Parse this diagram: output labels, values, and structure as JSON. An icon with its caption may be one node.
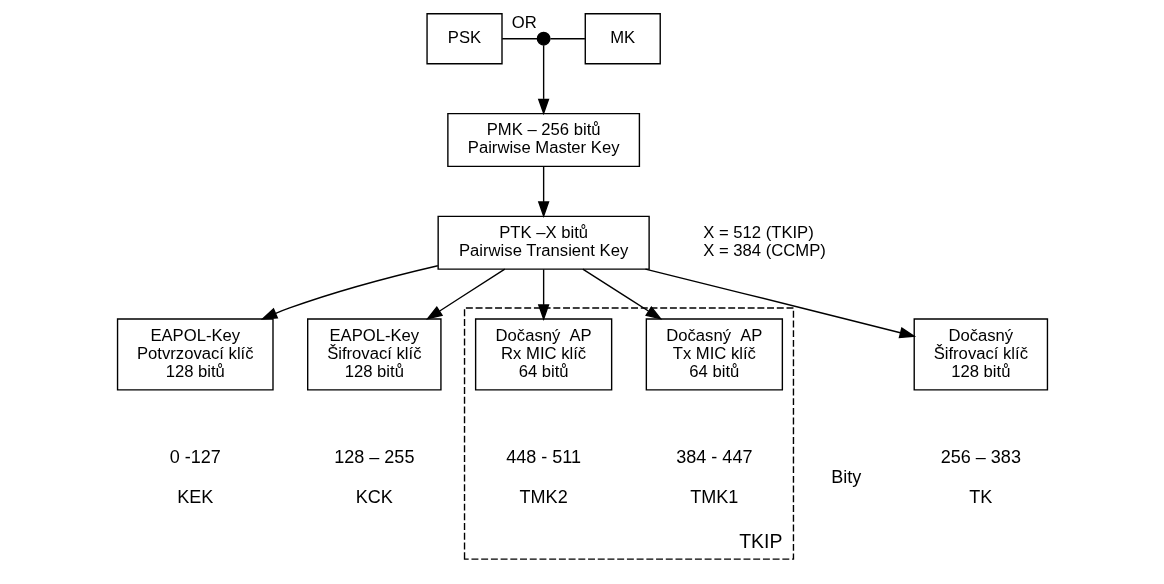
{
  "diagram": {
    "nodes": [
      {
        "text": [
          "PSK"
        ]
      },
      {
        "text": [],
        "shape": "circle",
        "beside": [
          "OR"
        ]
      },
      {
        "text": [
          "MK"
        ]
      },
      {
        "text": [
          "PMK – 256 bitů",
          "Pairwise Master Key"
        ]
      },
      {
        "text": [
          "PTK –X bitů",
          "Pairwise Transient Key"
        ],
        "beside": [
          "X = 512 (TKIP)",
          "X = 384 (CCMP)"
        ]
      },
      {
        "text": [
          "EAPOL-Key",
          "Potvrzovací klíč",
          "128 bitů"
        ],
        "beside": [
          "0 -127",
          "KEK"
        ]
      },
      {
        "text": [
          "EAPOL-Key",
          "Šifrovací klíč",
          "128 bitů"
        ],
        "beside": [
          "128 – 255",
          "KCK"
        ]
      },
      {
        "text": [
          "Dočasný",
          "Šifrovací klíč",
          "128 bitů"
        ],
        "beside": [
          "256 – 383",
          "TK"
        ]
      },
      {
        "text": [
          "TKIP"
        ]
      },
      {
        "text": [
          "Dočasný  AP",
          "Tx MIC klíč",
          "64 bitů"
        ],
        "beside": [
          "384 - 447",
          "TMK1"
        ],
        "in": 8
      },
      {
        "text": [
          "Dočasný  AP",
          "Rx MIC klíč",
          "64 bitů"
        ],
        "beside": [
          "448 - 511",
          "TMK2"
        ],
        "in": 8
      }
    ],
    "edges": [
      {
        "from": 0,
        "to": 1,
        "arrow": "none"
      },
      {
        "from": 1,
        "to": 2,
        "arrow": "none"
      },
      {
        "from": 1,
        "to": 3,
        "arrow": "to"
      },
      {
        "from": 3,
        "to": 4,
        "arrow": "to"
      },
      {
        "from": 4,
        "to": 5,
        "arrow": "to"
      },
      {
        "from": 4,
        "to": 6,
        "arrow": "to"
      },
      {
        "from": 4,
        "to": 7,
        "arrow": "to"
      },
      {
        "from": 4,
        "to": 9,
        "arrow": "to"
      },
      {
        "from": 4,
        "to": 10,
        "arrow": "to"
      }
    ],
    "labels": [
      "Bity"
    ]
  }
}
